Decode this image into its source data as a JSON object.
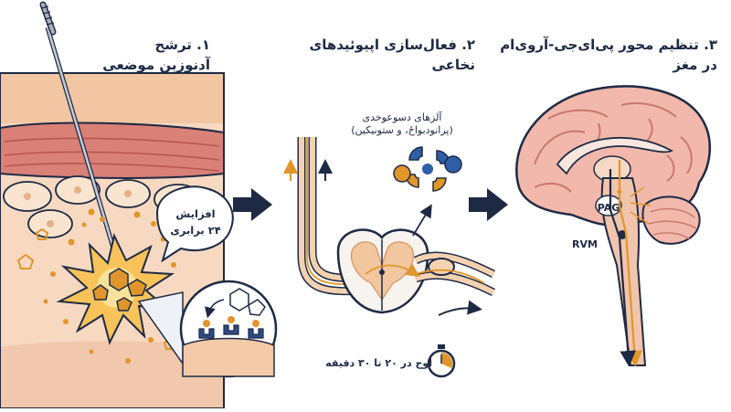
{
  "panel1": {
    "title_line1": "۱. ترشح",
    "title_line2": "آدنوزین موضعی",
    "bubble_line1": "افزایش",
    "bubble_line2": "۲۴ برابری"
  },
  "panel2": {
    "title": "۲. فعال‌سازی اپیوئیدهای نخاعی",
    "enzymes_line1": "آلزهای دسوعوخدی",
    "enzymes_line2": "(پرانودبواځ، و ستونیکین)",
    "peak": "اوج در ۲۰ تا ۳۰ دقیقه"
  },
  "panel3": {
    "title_line1": "۳. تنظیم محور پی‌ای‌جی-آروی‌ام",
    "title_line2": "در مغز",
    "pag_label": "PAG",
    "rvm_label": "RVM"
  },
  "colors": {
    "navy": "#1e2a44",
    "orange": "#e0962a",
    "skin": "#f4c9a8",
    "muscle": "#d98077",
    "brain": "#f2b8ab"
  }
}
